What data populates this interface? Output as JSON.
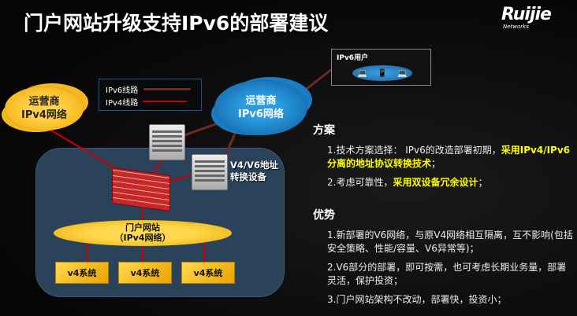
{
  "title": "门户网站升级支持IPv6的部署建议",
  "logo": {
    "brand": "Ruijie",
    "sub": "Networks"
  },
  "legend": {
    "ipv6": "IPv6线路",
    "ipv4": "IPv4线路"
  },
  "clouds": {
    "ipv4": [
      "运营商",
      "IPv4网络"
    ],
    "ipv6": [
      "运营商",
      "IPv6网络"
    ]
  },
  "ipv6_user": {
    "label": "IPv6用户"
  },
  "nat_device": [
    "V4/V6地址",
    "转换设备"
  ],
  "portal": [
    "门户网站",
    "（IPv4网络）"
  ],
  "systems": [
    "v4系统",
    "v4系统",
    "v4系统"
  ],
  "plan": {
    "heading": "方案",
    "item1_a": "1.技术方案选择： IPv6的改造部署初期，",
    "item1_b": "采用IPv4/IPv6分离的地址协议转换技术",
    "item1_c": "；",
    "item2_a": "2.考虑可靠性，",
    "item2_b": "采用双设备冗余设计",
    "item2_c": "；"
  },
  "advantages": {
    "heading": "优势",
    "items": [
      "1.新部署的V6网络，与原V4网络相互隔离，互不影响(包括安全策略、性能/容量、V6异常等)；",
      "2.V6部分的部署，即可按需，也可考虑长期业务量，部署灵活，保护投资；",
      "3.门户网站架构不改动，部署快，投资小；"
    ]
  },
  "colors": {
    "highlight": "#ffff00",
    "ipv6_line": "#6e2a2a",
    "ipv4_line": "#cc0000"
  }
}
